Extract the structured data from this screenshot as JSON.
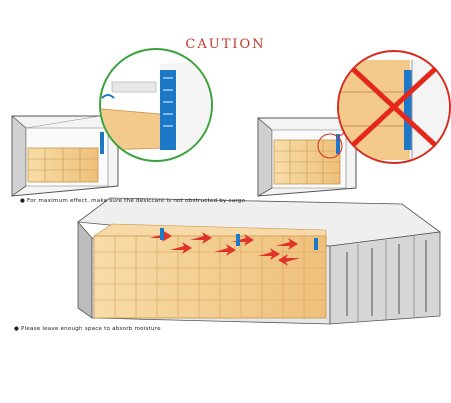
{
  "title": "CAUTION",
  "colors": {
    "title": "#c0392b",
    "ok_circle": "#3aa23a",
    "bad_circle": "#d62b1f",
    "bad_cross": "#e5261b",
    "cargo": "#f3c98c",
    "cargo_dark": "#d9a25a",
    "desiccant": "#1e78c8",
    "arrow": "#e0332a",
    "container": "#d9d9d9"
  },
  "captions": {
    "top": "● For maximum effect, make sure the desiccant is not obstructed by cargo",
    "bottom": "● Please leave enough space to absorb moisture"
  },
  "icons": {
    "correct": "checkmark-green-circle-icon",
    "incorrect": "red-cross-icon"
  }
}
